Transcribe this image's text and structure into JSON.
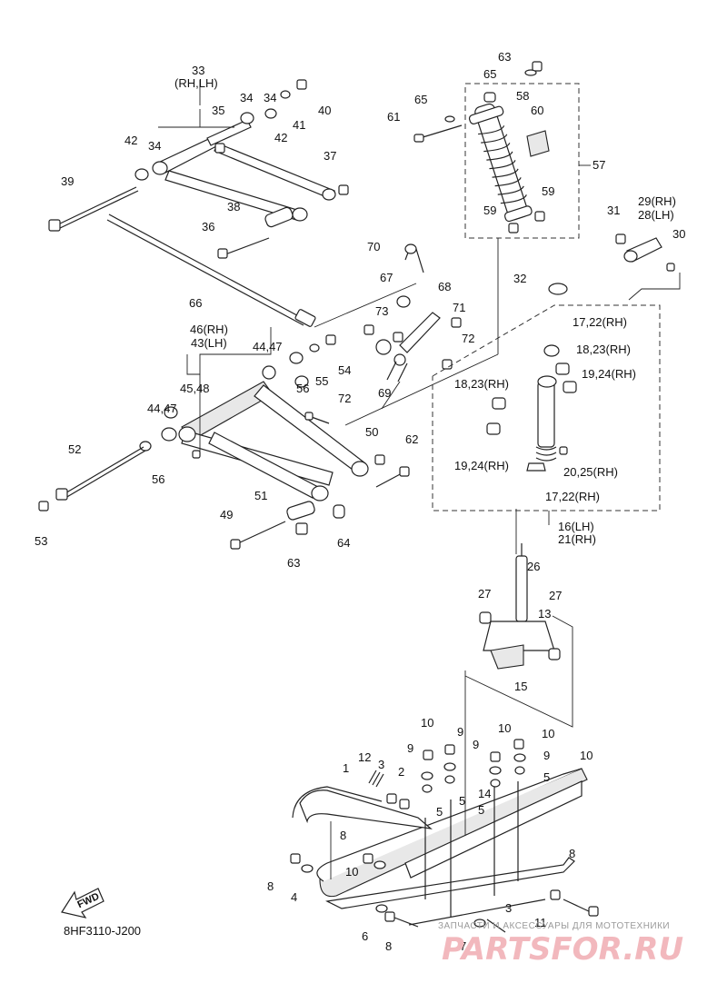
{
  "diagram": {
    "code": "8HF3110-J200",
    "fwd_label": "FWD",
    "callouts": [
      "63",
      "65",
      "58",
      "65",
      "61",
      "60",
      "57",
      "59",
      "59",
      "33",
      "(RH,LH)",
      "34",
      "35",
      "34",
      "42",
      "40",
      "41",
      "42",
      "34",
      "37",
      "39",
      "38",
      "36",
      "70",
      "66",
      "67",
      "68",
      "71",
      "72",
      "73",
      "54",
      "55",
      "56",
      "44,47",
      "46(RH)",
      "43(LH)",
      "45,48",
      "44,47",
      "72",
      "69",
      "52",
      "56",
      "53",
      "50",
      "62",
      "51",
      "49",
      "63",
      "64",
      "31",
      "29(RH)",
      "28(LH)",
      "30",
      "32",
      "17,22(RH)",
      "18,23(RH)",
      "19,24(RH)",
      "18,23(RH)",
      "19,24(RH)",
      "20,25(RH)",
      "17,22(RH)",
      "16(LH)",
      "21(RH)",
      "26",
      "27",
      "27",
      "13",
      "15",
      "10",
      "9",
      "10",
      "9",
      "10",
      "9",
      "5",
      "9",
      "5",
      "5",
      "5",
      "14",
      "12",
      "3",
      "2",
      "1",
      "10",
      "8",
      "10",
      "8",
      "4",
      "8",
      "6",
      "8",
      "7",
      "3",
      "11"
    ]
  },
  "watermark": {
    "caption": "ЗАПЧАСТИ И АКСЕССУАРЫ ДЛЯ МОТОТЕХНИКИ",
    "brand": "PARTSFOR.RU"
  }
}
